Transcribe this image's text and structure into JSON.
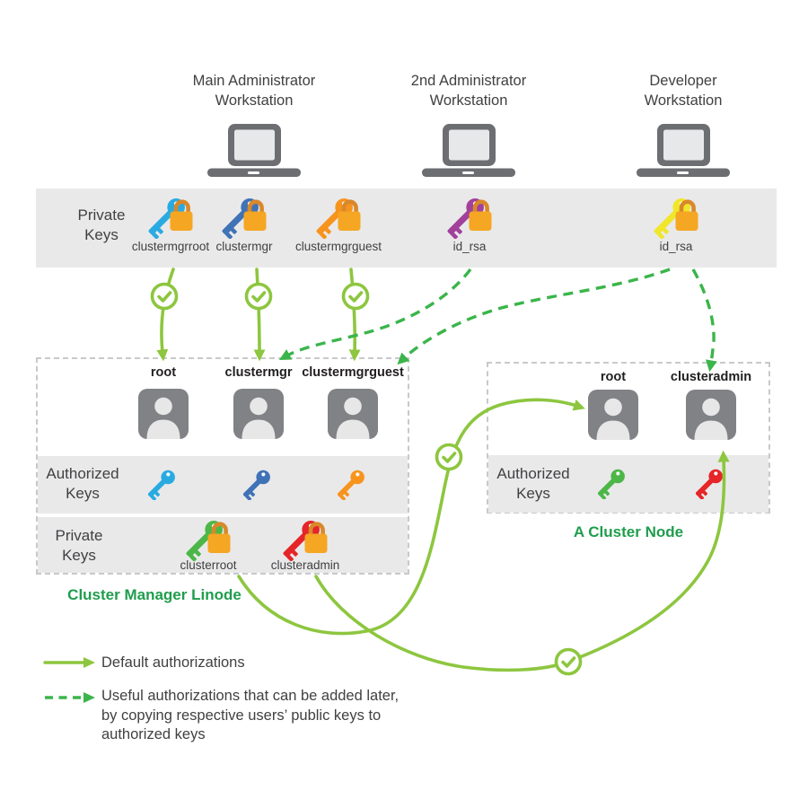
{
  "workstations": [
    {
      "line1": "Main Administrator",
      "line2": "Workstation"
    },
    {
      "line1": "2nd Administrator",
      "line2": "Workstation"
    },
    {
      "line1": "Developer",
      "line2": "Workstation"
    }
  ],
  "top_band": {
    "label_line1": "Private",
    "label_line2": "Keys",
    "keys": [
      {
        "label": "clustermgrroot",
        "color": "#29abe2"
      },
      {
        "label": "clustermgr",
        "color": "#4072b6"
      },
      {
        "label": "clustermgrguest",
        "color": "#f7941e"
      },
      {
        "label": "id_rsa",
        "color": "#a2419b"
      },
      {
        "label": "id_rsa",
        "color": "#f0e62a"
      }
    ]
  },
  "cluster_manager": {
    "title": "Cluster Manager Linode",
    "users": [
      {
        "label": "root"
      },
      {
        "label": "clustermgr"
      },
      {
        "label": "clustermgrguest"
      }
    ],
    "authorized_band": {
      "label_line1": "Authorized",
      "label_line2": "Keys",
      "keys": [
        {
          "color": "#29abe2"
        },
        {
          "color": "#4072b6"
        },
        {
          "color": "#f7941e"
        }
      ]
    },
    "private_band": {
      "label_line1": "Private",
      "label_line2": "Keys",
      "keys": [
        {
          "label": "clusterroot",
          "color": "#4cb748"
        },
        {
          "label": "clusteradmin",
          "color": "#e52528"
        }
      ]
    }
  },
  "cluster_node": {
    "title": "A Cluster Node",
    "users": [
      {
        "label": "root"
      },
      {
        "label": "clusteradmin"
      }
    ],
    "authorized_band": {
      "label_line1": "Authorized",
      "label_line2": "Keys",
      "keys": [
        {
          "color": "#4cb748"
        },
        {
          "color": "#e52528"
        }
      ]
    }
  },
  "legend": {
    "items": [
      {
        "label": "Default authorizations"
      },
      {
        "label": "Useful authorizations that can be added later, by copying respective users’ public keys to authorized keys"
      }
    ]
  },
  "colors": {
    "solid_arrow": "#8dc63f",
    "dashed_arrow": "#3ab54a",
    "title_green": "#1f9d4d",
    "lock_body": "#f5a623",
    "lock_shackle": "#d9882a",
    "laptop_gray": "#6d6e71",
    "user_gray": "#808285",
    "band_gray": "#e9e9ea"
  }
}
